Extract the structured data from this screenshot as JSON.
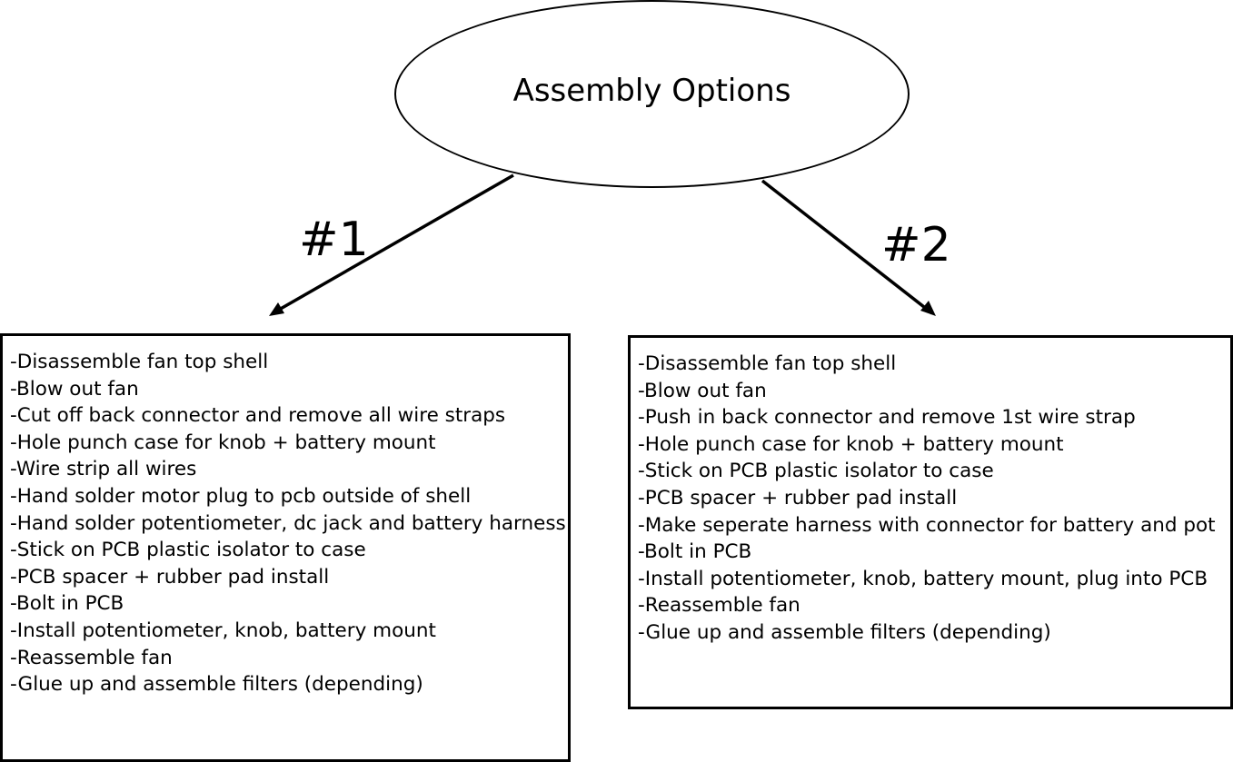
{
  "root": {
    "label": "Assembly Options"
  },
  "options": [
    {
      "label": "#1",
      "steps": [
        "-Disassemble fan top shell",
        "-Blow out fan",
        "-Cut off back connector and remove all wire straps",
        "-Hole punch case for knob + battery mount",
        "-Wire strip all wires",
        "-Hand solder motor plug to pcb outside of shell",
        "-Hand solder potentiometer, dc jack and battery harness",
        "-Stick on PCB plastic isolator to case",
        "-PCB spacer + rubber pad install",
        "-Bolt in PCB",
        "-Install potentiometer, knob, battery mount",
        "-Reassemble fan",
        "-Glue up and assemble filters (depending)"
      ]
    },
    {
      "label": "#2",
      "steps": [
        "-Disassemble fan top shell",
        "-Blow out fan",
        "-Push in back connector and remove 1st wire strap",
        "-Hole punch case for knob + battery mount",
        "-Stick on PCB plastic isolator to case",
        "-PCB spacer + rubber pad install",
        "-Make seperate harness with connector for battery and pot",
        "-Bolt in PCB",
        "-Install potentiometer, knob, battery mount, plug into PCB",
        "-Reassemble fan",
        "-Glue up and assemble filters (depending)"
      ]
    }
  ]
}
